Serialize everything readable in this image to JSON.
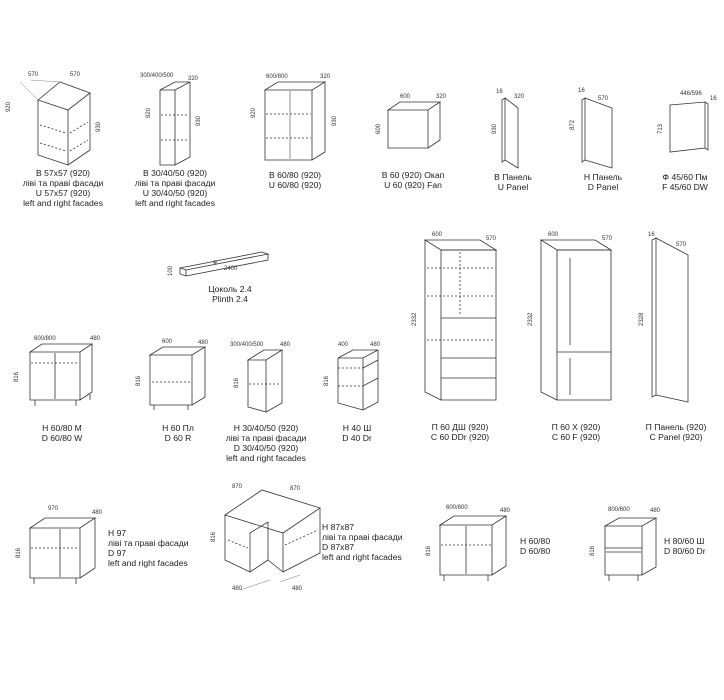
{
  "items": {
    "b57": {
      "lines": [
        "B 57x57 (920)",
        "лівi та правi фасади",
        "U 57x57 (920)",
        "left and right facades"
      ],
      "dims": [
        "570",
        "570",
        "920",
        "930"
      ]
    },
    "b30": {
      "lines": [
        "B 30/40/50 (920)",
        "лівi та правi фасади",
        "U 30/40/50 (920)",
        "left and right facades"
      ],
      "dims": [
        "300/400/500",
        "320",
        "920",
        "930"
      ]
    },
    "b60": {
      "lines": [
        "B 60/80 (920)",
        "U 60/80 (920)"
      ],
      "dims": [
        "600/800",
        "320",
        "920",
        "930"
      ]
    },
    "b60okap": {
      "lines": [
        "B 60 (920) Окап",
        "U 60 (920) Fan"
      ],
      "dims": [
        "600",
        "320",
        "600"
      ]
    },
    "bpanel": {
      "lines": [
        "B Панель",
        "U Panel"
      ],
      "dims": [
        "16",
        "320",
        "930"
      ]
    },
    "hpanel": {
      "lines": [
        "H Панель",
        "D Panel"
      ],
      "dims": [
        "16",
        "570",
        "872"
      ]
    },
    "f4560": {
      "lines": [
        "Ф 45/60 Пм",
        "F 45/60 DW"
      ],
      "dims": [
        "446/596",
        "16",
        "713"
      ]
    },
    "plinth": {
      "lines": [
        "Цоколь 2.4",
        "Plinth  2.4"
      ],
      "dims": [
        "100",
        "2400"
      ]
    },
    "p60dsh": {
      "lines": [
        "П 60 ДШ (920)",
        "C 60 DDr (920)"
      ],
      "dims": [
        "600",
        "570",
        "2332"
      ]
    },
    "p60x": {
      "lines": [
        "П 60 Х (920)",
        "C 60 F (920)"
      ],
      "dims": [
        "600",
        "570",
        "2332"
      ]
    },
    "ppanel": {
      "lines": [
        "П Панель (920)",
        "C Panel (920)"
      ],
      "dims": [
        "16",
        "570",
        "2328"
      ]
    },
    "h6080m": {
      "lines": [
        "H 60/80 M",
        "D 60/80 W"
      ],
      "dims": [
        "600/800",
        "480",
        "816"
      ]
    },
    "h60pl": {
      "lines": [
        "H 60 Пл",
        "D 60 R"
      ],
      "dims": [
        "600",
        "480",
        "816"
      ]
    },
    "h304050": {
      "lines": [
        "H 30/40/50 (920)",
        "лівi та правi фасади",
        "D 30/40/50 (920)",
        "left and right facades"
      ],
      "dims": [
        "300/400/500",
        "480",
        "816"
      ]
    },
    "h40sh": {
      "lines": [
        "H 40 Ш",
        "D 40 Dr"
      ],
      "dims": [
        "400",
        "480",
        "816"
      ]
    },
    "h97": {
      "lines": [
        "H 97",
        "лівi та правi фасади",
        "D 97",
        "left and right facades"
      ],
      "dims": [
        "970",
        "480",
        "816"
      ]
    },
    "h87": {
      "lines": [
        "H 87x87",
        "лівi та правi фасади",
        "D 87x87",
        "left and right facades"
      ],
      "dims": [
        "870",
        "870",
        "816",
        "480",
        "480"
      ]
    },
    "h6080": {
      "lines": [
        "H 60/80",
        "D 60/80"
      ],
      "dims": [
        "600/800",
        "480",
        "816"
      ]
    },
    "h8060sh": {
      "lines": [
        "H 80/60 Ш",
        "D 80/60 Dr"
      ],
      "dims": [
        "800/600",
        "480",
        "816"
      ]
    }
  }
}
